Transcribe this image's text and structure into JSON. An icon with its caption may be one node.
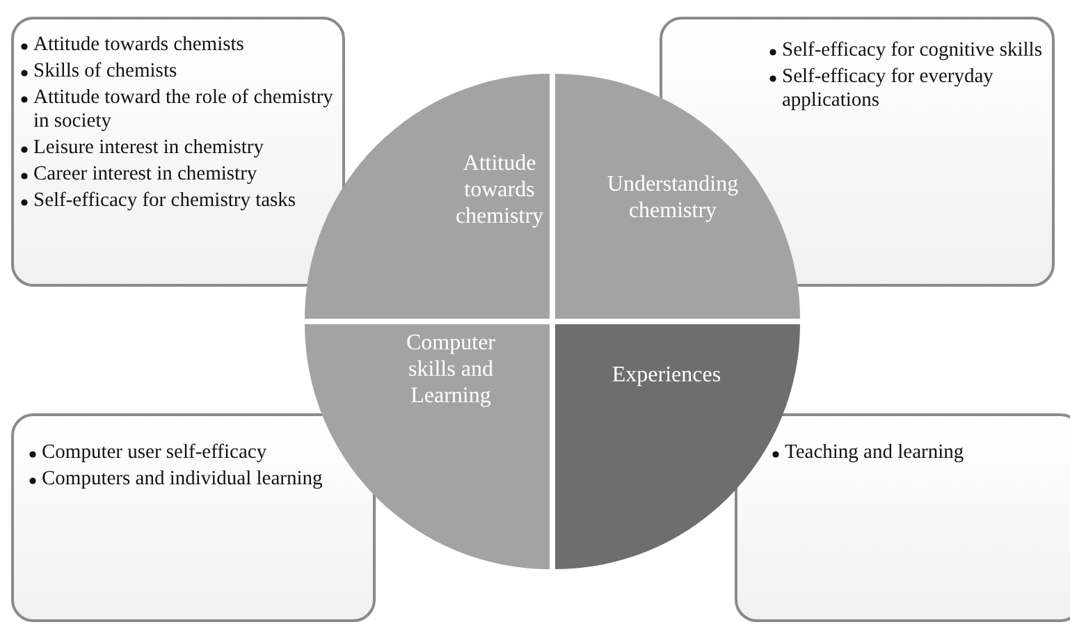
{
  "diagram": {
    "nodes": [
      {
        "text": [
          "Attitude towards chemists",
          "Skills of chemists",
          "Attitude toward the role of chemistry in society",
          "Leisure interest in chemistry",
          "Career interest in chemistry",
          "Self-efficacy for chemistry tasks"
        ]
      },
      {
        "text": [
          "Self-efficacy for cognitive skills",
          "Self-efficacy for everyday applications"
        ]
      },
      {
        "text": [
          "Attitude towards chemistry"
        ]
      },
      {
        "text": [
          "Understanding chemistry"
        ]
      },
      {
        "text": [
          "Computer skills and Learning"
        ]
      },
      {
        "text": [
          "Experiences"
        ]
      },
      {
        "text": [
          "Computer user self-efficacy",
          "Computers and individual learning"
        ]
      },
      {
        "text": [
          "Teaching and learning"
        ]
      }
    ],
    "edges": []
  }
}
